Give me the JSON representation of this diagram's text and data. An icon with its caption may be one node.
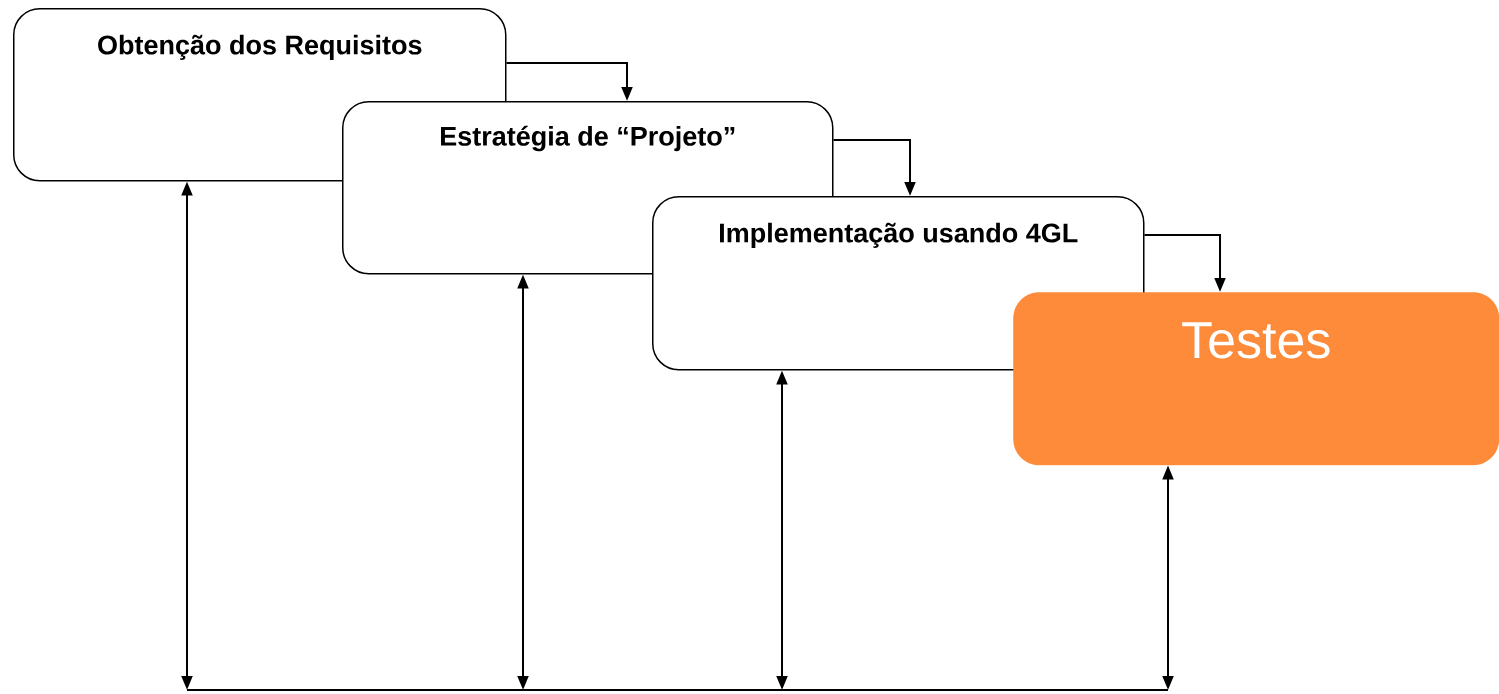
{
  "diagram": {
    "nodes": [
      {
        "text": [
          "Obtenção dos Requisitos"
        ]
      },
      {
        "text": [
          "Estratégia de “Projeto”"
        ]
      },
      {
        "text": [
          "Implementação usando 4GL"
        ]
      },
      {
        "text": [
          "Testes"
        ]
      }
    ],
    "edges": [
      {
        "from": 0,
        "to": 1,
        "arrow": "to"
      },
      {
        "from": 1,
        "to": 2,
        "arrow": "to"
      },
      {
        "from": 2,
        "to": 3,
        "arrow": "to"
      },
      {
        "from": 0,
        "to": null,
        "arrow": "both"
      },
      {
        "from": 1,
        "to": null,
        "arrow": "both"
      },
      {
        "from": 2,
        "to": null,
        "arrow": "both"
      },
      {
        "from": 3,
        "to": null,
        "arrow": "both"
      }
    ]
  }
}
